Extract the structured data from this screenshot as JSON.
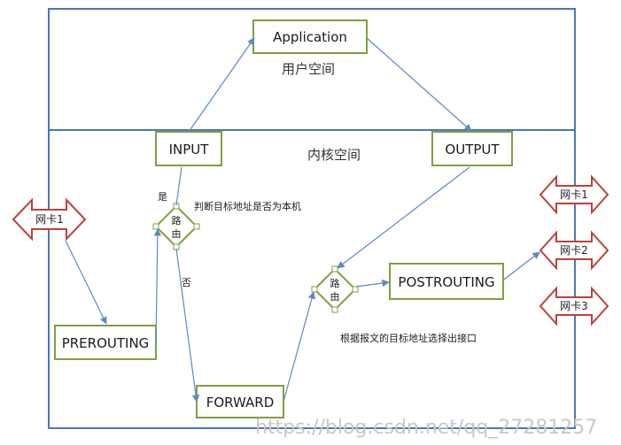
{
  "regions": {
    "user_space": "用户空间",
    "kernel_space": "内核空间"
  },
  "nodes": {
    "application": "Application",
    "input": "INPUT",
    "output": "OUTPUT",
    "prerouting": "PREROUTING",
    "forward": "FORWARD",
    "postrouting": "POSTROUTING"
  },
  "routing": {
    "router1_label": "路\n由",
    "router2_label": "路\n由",
    "yes": "是",
    "no": "否",
    "decision_note": "判断目标地址是否为本机",
    "egress_note": "根据报文的目标地址选择出接口"
  },
  "nics": {
    "left": "网卡1",
    "right": [
      "网卡1",
      "网卡2",
      "网卡3"
    ]
  },
  "watermark": "https://blog.csdn.net/qq_27281257",
  "colors": {
    "region_border": "#4a77b5",
    "box_border": "#7fa03d",
    "arrow": "#5b8ac4",
    "nic_border": "#b8433d",
    "router_border": "#7fa03d"
  }
}
